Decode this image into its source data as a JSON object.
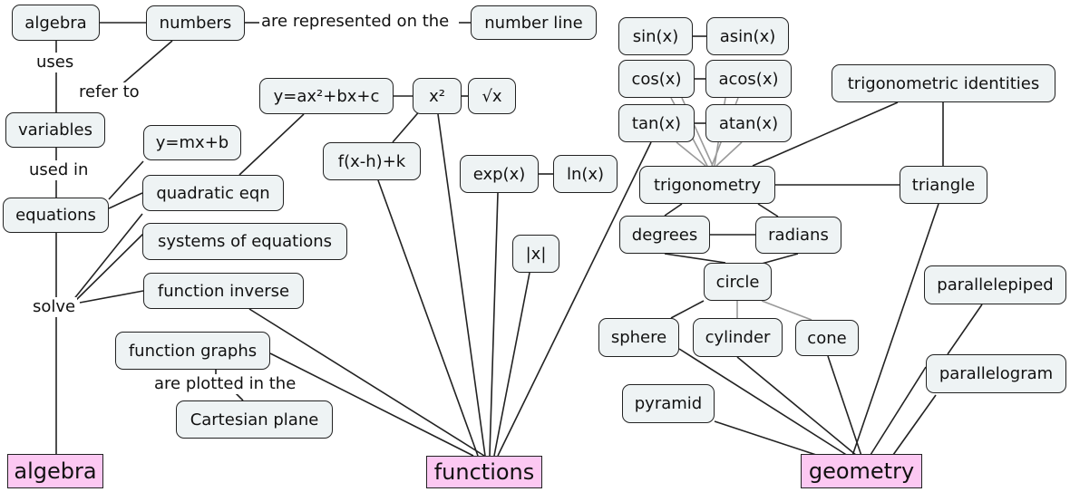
{
  "roots": {
    "algebra": "algebra",
    "functions": "functions",
    "geometry": "geometry"
  },
  "nodes": {
    "algebra": "algebra",
    "numbers": "numbers",
    "number_line": "number line",
    "variables": "variables",
    "equations": "equations",
    "linear": "y=mx+b",
    "quadratic_eqn": "quadratic eqn",
    "systems": "systems of equations",
    "function_inverse": "function inverse",
    "function_graphs": "function graphs",
    "cartesian": "Cartesian plane",
    "quadratic_form": "y=ax²+bx+c",
    "x_squared": "x²",
    "sqrt_x": "√x",
    "shift": "f(x-h)+k",
    "exp": "exp(x)",
    "ln": "ln(x)",
    "abs": "|x|",
    "sin": "sin(x)",
    "asin": "asin(x)",
    "cos": "cos(x)",
    "acos": "acos(x)",
    "tan": "tan(x)",
    "atan": "atan(x)",
    "trig_identities": "trigonometric identities",
    "trigonometry": "trigonometry",
    "triangle": "triangle",
    "degrees": "degrees",
    "radians": "radians",
    "circle": "circle",
    "sphere": "sphere",
    "cylinder": "cylinder",
    "cone": "cone",
    "pyramid": "pyramid",
    "parallelepiped": "parallelepiped",
    "parallelogram": "parallelogram"
  },
  "edge_labels": {
    "represented": "are represented on the",
    "uses": "uses",
    "refer_to": "refer to",
    "used_in": "used in",
    "solve": "solve",
    "plotted": "are plotted in the"
  }
}
